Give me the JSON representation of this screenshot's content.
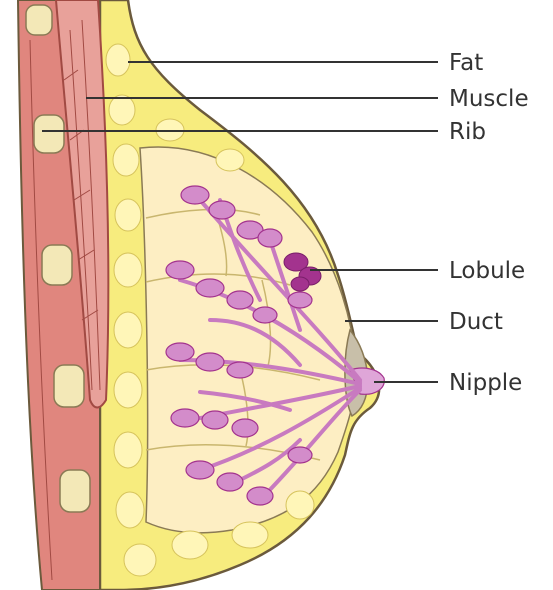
{
  "labels": {
    "fat": "Fat",
    "muscle": "Muscle",
    "rib": "Rib",
    "lobule": "Lobule",
    "duct": "Duct",
    "nipple": "Nipple"
  },
  "colors": {
    "skin_outline": "#6b5a3c",
    "fat": "#f7ec7e",
    "fat_light": "#fff6b8",
    "gland_area": "#fdeec3",
    "muscle": "#e8a19a",
    "muscle_line": "#a14a43",
    "chest_wall": "#e0867e",
    "rib": "#f3e8b7",
    "lobule": "#d38cca",
    "lobule_dark": "#a3338e",
    "duct": "#c87ac0",
    "nipple": "#c8bfa9",
    "leader_line": "#333333"
  }
}
